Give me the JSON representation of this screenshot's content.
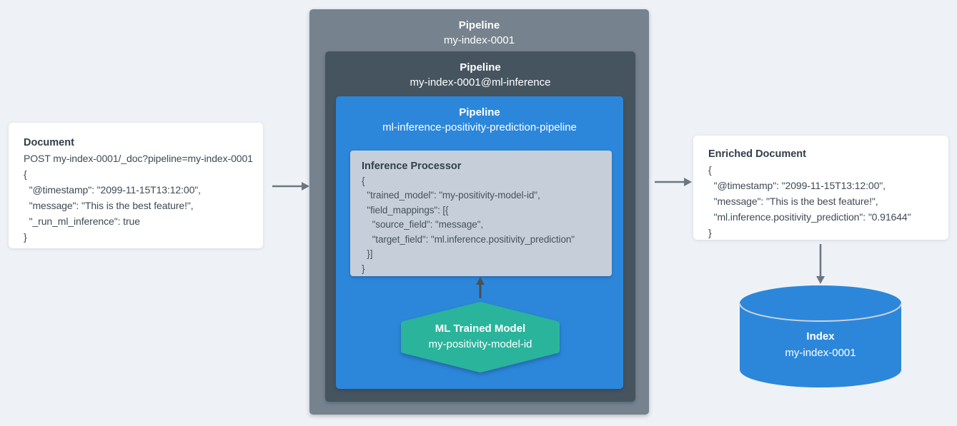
{
  "colors": {
    "background": "#eef2f6",
    "outer_box": "#76828e",
    "mid_box": "#46545f",
    "blue_box": "#2c87db",
    "processor_box": "#c6cfd9",
    "model_hexagon": "#2ab49c",
    "index_cylinder": "#2c87db",
    "cylinder_rim": "#ccd4dc",
    "arrow_gray": "#6d7781",
    "arrow_dark": "#4a5157",
    "card_text": "#3f4a56",
    "white": "#ffffff"
  },
  "document_card": {
    "title": "Document",
    "lines": [
      "POST my-index-0001/_doc?pipeline=my-index-0001",
      "{",
      "  \"@timestamp\": \"2099-11-15T13:12:00\",",
      "  \"message\": \"This is the best feature!\",",
      "  \"_run_ml_inference\": true",
      "}"
    ]
  },
  "outer_pipeline": {
    "label": "Pipeline",
    "name": "my-index-0001"
  },
  "inference_pipeline": {
    "label": "Pipeline",
    "name": "my-index-0001@ml-inference"
  },
  "ml_pipeline": {
    "label": "Pipeline",
    "name": "ml-inference-positivity-prediction-pipeline"
  },
  "inference_processor": {
    "title": "Inference Processor",
    "lines": [
      "{",
      "  \"trained_model\": \"my-positivity-model-id\",",
      "  \"field_mappings\": [{",
      "    \"source_field\": \"message\",",
      "    \"target_field\": \"ml.inference.positivity_prediction\"",
      "  }]",
      "}"
    ]
  },
  "trained_model": {
    "title": "ML Trained Model",
    "name": "my-positivity-model-id"
  },
  "enriched_card": {
    "title": "Enriched Document",
    "lines": [
      "{",
      "  \"@timestamp\": \"2099-11-15T13:12:00\",",
      "  \"message\": \"This is the best feature!\",",
      "  \"ml.inference.positivity_prediction\": \"0.91644\"",
      "}"
    ]
  },
  "index": {
    "title": "Index",
    "name": "my-index-0001"
  }
}
